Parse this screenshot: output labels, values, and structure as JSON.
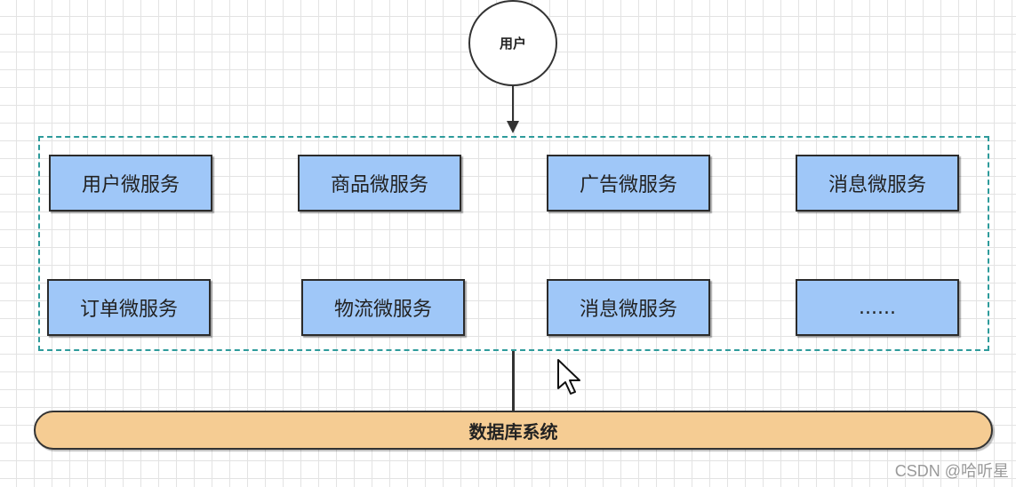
{
  "diagram": {
    "user_label": "用户",
    "services_row1": [
      "用户微服务",
      "商品微服务",
      "广告微服务",
      "消息微服务"
    ],
    "services_row2": [
      "订单微服务",
      "物流微服务",
      "消息微服务",
      "......"
    ],
    "database_label": "数据库系统"
  },
  "watermark": "CSDN @哈听星",
  "colors": {
    "service_fill": "#9fc7f8",
    "database_fill": "#f5cc93",
    "container_border": "#2e9b9b"
  }
}
